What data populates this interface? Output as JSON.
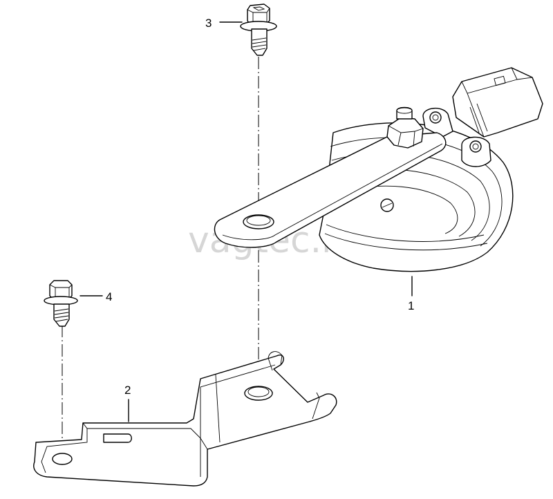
{
  "watermark": "vagtec.ru",
  "callouts": {
    "c1": "1",
    "c2": "2",
    "c3": "3",
    "c4": "4"
  }
}
